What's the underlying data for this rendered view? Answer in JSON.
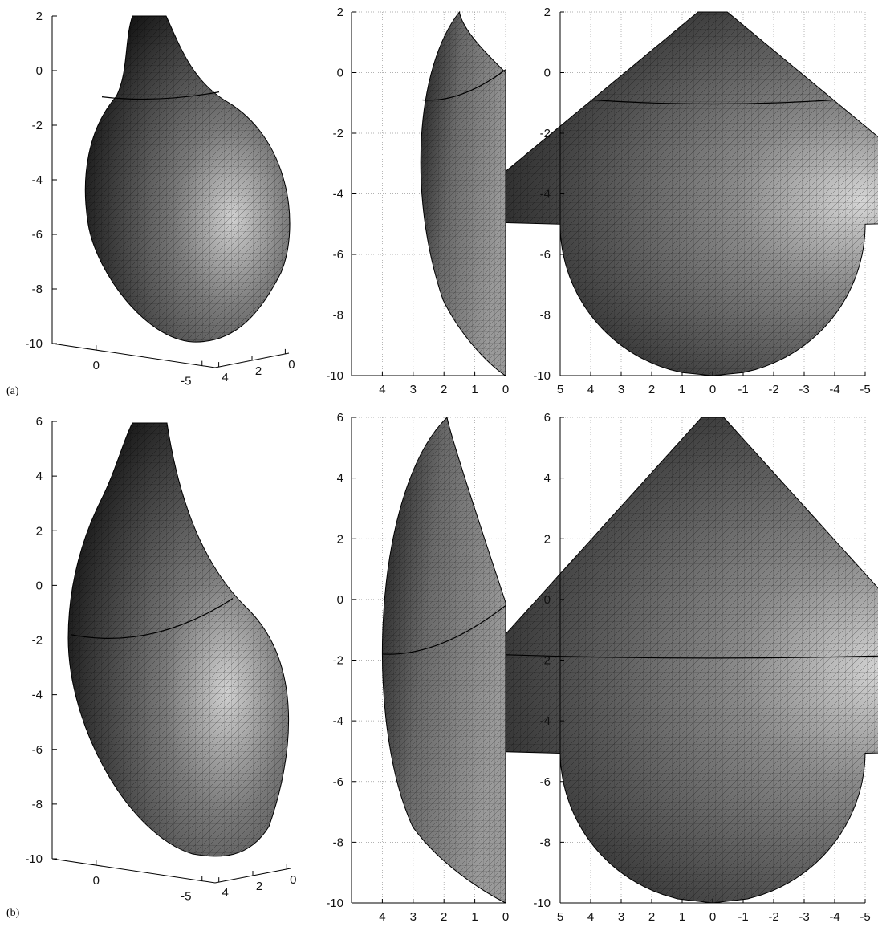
{
  "figure": {
    "rows": [
      {
        "label": "(a)",
        "z_top": 2,
        "neck_z": -0.9,
        "panels": {
          "perspective": {
            "z_ticks": [
              "2",
              "0",
              "-2",
              "-4",
              "-6",
              "-8",
              "-10"
            ],
            "x_ticks": [
              "0",
              "-5"
            ],
            "y_ticks": [
              "4",
              "2",
              "0"
            ]
          },
          "side": {
            "y_ticks": [
              "2",
              "0",
              "-2",
              "-4",
              "-6",
              "-8",
              "-10"
            ],
            "x_ticks": [
              "4",
              "3",
              "2",
              "1",
              "0"
            ]
          },
          "front": {
            "y_ticks": [
              "2",
              "0",
              "-2",
              "-4",
              "-6",
              "-8",
              "-10"
            ],
            "x_ticks": [
              "5",
              "4",
              "3",
              "2",
              "1",
              "0",
              "-1",
              "-2",
              "-3",
              "-4",
              "-5"
            ]
          }
        }
      },
      {
        "label": "(b)",
        "z_top": 6,
        "neck_z": -1.8,
        "panels": {
          "perspective": {
            "z_ticks": [
              "6",
              "4",
              "2",
              "0",
              "-2",
              "-4",
              "-6",
              "-8",
              "-10"
            ],
            "x_ticks": [
              "0",
              "-5"
            ],
            "y_ticks": [
              "4",
              "2",
              "0"
            ]
          },
          "side": {
            "y_ticks": [
              "6",
              "4",
              "2",
              "0",
              "-2",
              "-4",
              "-6",
              "-8",
              "-10"
            ],
            "x_ticks": [
              "4",
              "3",
              "2",
              "1",
              "0"
            ]
          },
          "front": {
            "y_ticks": [
              "6",
              "4",
              "2",
              "0",
              "-2",
              "-4",
              "-6",
              "-8",
              "-10"
            ],
            "x_ticks": [
              "5",
              "4",
              "3",
              "2",
              "1",
              "0",
              "-1",
              "-2",
              "-3",
              "-4",
              "-5"
            ]
          }
        }
      }
    ]
  }
}
